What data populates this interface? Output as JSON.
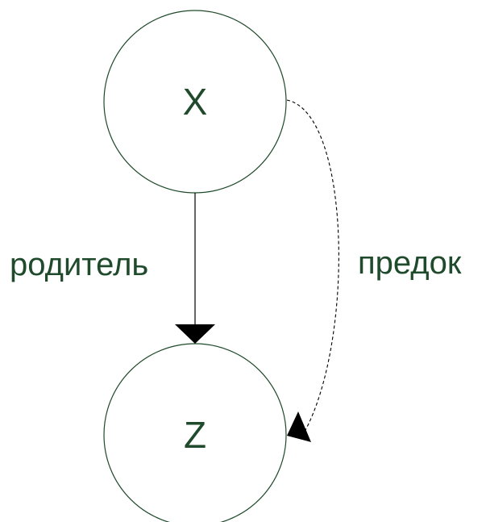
{
  "diagram": {
    "nodes": {
      "x": {
        "label": "X"
      },
      "z": {
        "label": "Z"
      }
    },
    "edges": {
      "parent": {
        "label": "родитель",
        "style": "solid"
      },
      "ancestor": {
        "label": "предок",
        "style": "dashed"
      }
    },
    "colors": {
      "node_stroke": "#1f4a2b",
      "text": "#1f4a2b",
      "edge": "#000000"
    }
  }
}
